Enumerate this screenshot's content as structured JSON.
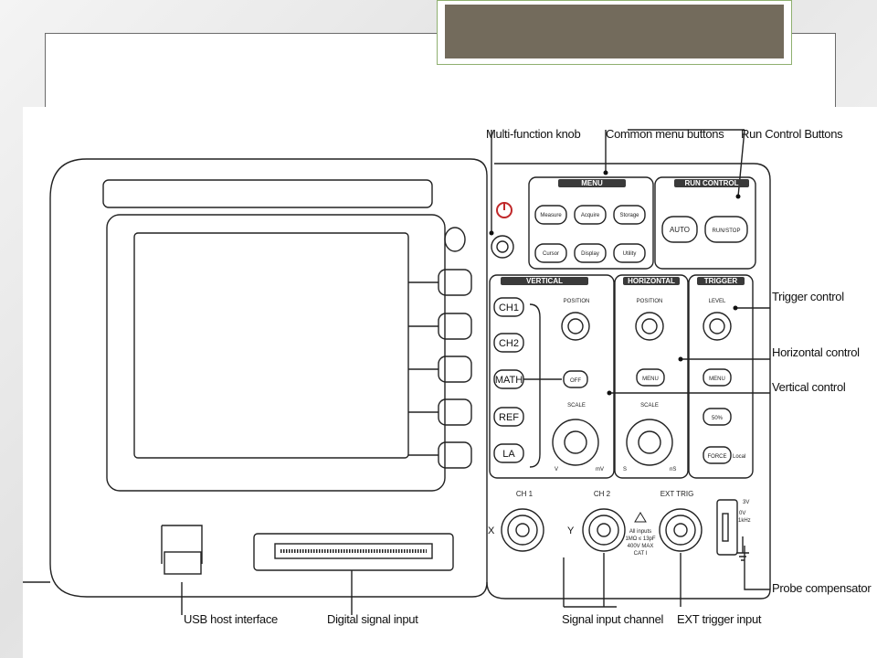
{
  "callouts": {
    "multi_function_knob": "Multi-function knob",
    "common_menu_buttons": "Common menu buttons",
    "run_control_buttons": "Run Control Buttons",
    "trigger_control": "Trigger control",
    "horizontal_control": "Horizontal control",
    "vertical_control": "Vertical control",
    "probe_compensator": "Probe compensator",
    "usb_host_interface": "USB host interface",
    "digital_signal_input": "Digital signal input",
    "signal_input_channel": "Signal input channel",
    "ext_trigger_input": "EXT trigger input"
  },
  "panel": {
    "menu_title": "MENU",
    "menu_buttons": [
      "Measure",
      "Acquire",
      "Storage",
      "Cursor",
      "Display",
      "Utility"
    ],
    "run_control_title": "RUN CONTROL",
    "auto_button": "AUTO",
    "run_stop_button": "RUN/STOP",
    "vertical_title": "VERTICAL",
    "vertical_buttons": [
      "CH1",
      "CH2",
      "MATH",
      "REF",
      "LA"
    ],
    "off_button": "OFF",
    "position_label": "POSITION",
    "scale_label": "SCALE",
    "horizontal_title": "HORIZONTAL",
    "horizontal_menu_button": "MENU",
    "trigger_title": "TRIGGER",
    "level_label": "LEVEL",
    "trigger_menu_button": "MENU",
    "trigger_50_button": "50%",
    "force_button": "FORCE",
    "local_label": "Local",
    "ch1_label": "CH 1",
    "ch2_label": "CH 2",
    "ext_trig_label": "EXT TRIG",
    "x_label": "X",
    "y_label": "Y",
    "warning_text": [
      "All inputs",
      "1MΩ ≤ 13pF",
      "400V MAX",
      "CAT I"
    ],
    "v_label": "V",
    "mv_label": "mV",
    "s_label": "S",
    "ns_label": "nS",
    "probe_3v": "3V",
    "probe_0v": "0V",
    "probe_1khz": "1kHz"
  },
  "colors": {
    "title_fill": "#736b5c",
    "title_border": "#8fb070",
    "power_icon": "#c0282a"
  }
}
